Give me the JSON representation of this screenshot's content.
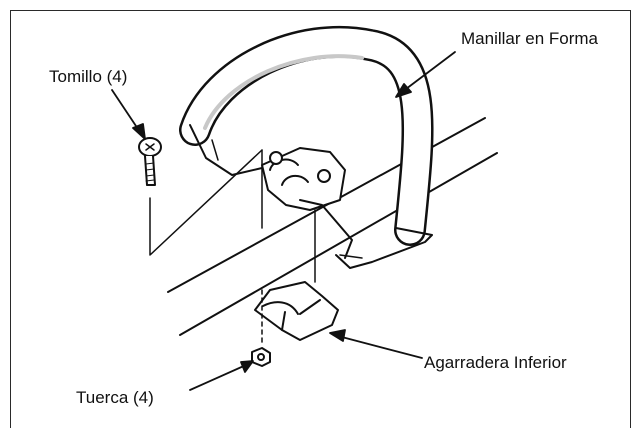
{
  "labels": {
    "handle": "Manillar en Forma",
    "bolt": "Tomillo (4)",
    "lower_clamp": "Agarradera Inferior",
    "nut": "Tuerca (4)"
  },
  "colors": {
    "ink": "#111111",
    "frame": "#2a2a2a",
    "paper": "#ffffff",
    "shade": "#c8c8c8"
  }
}
